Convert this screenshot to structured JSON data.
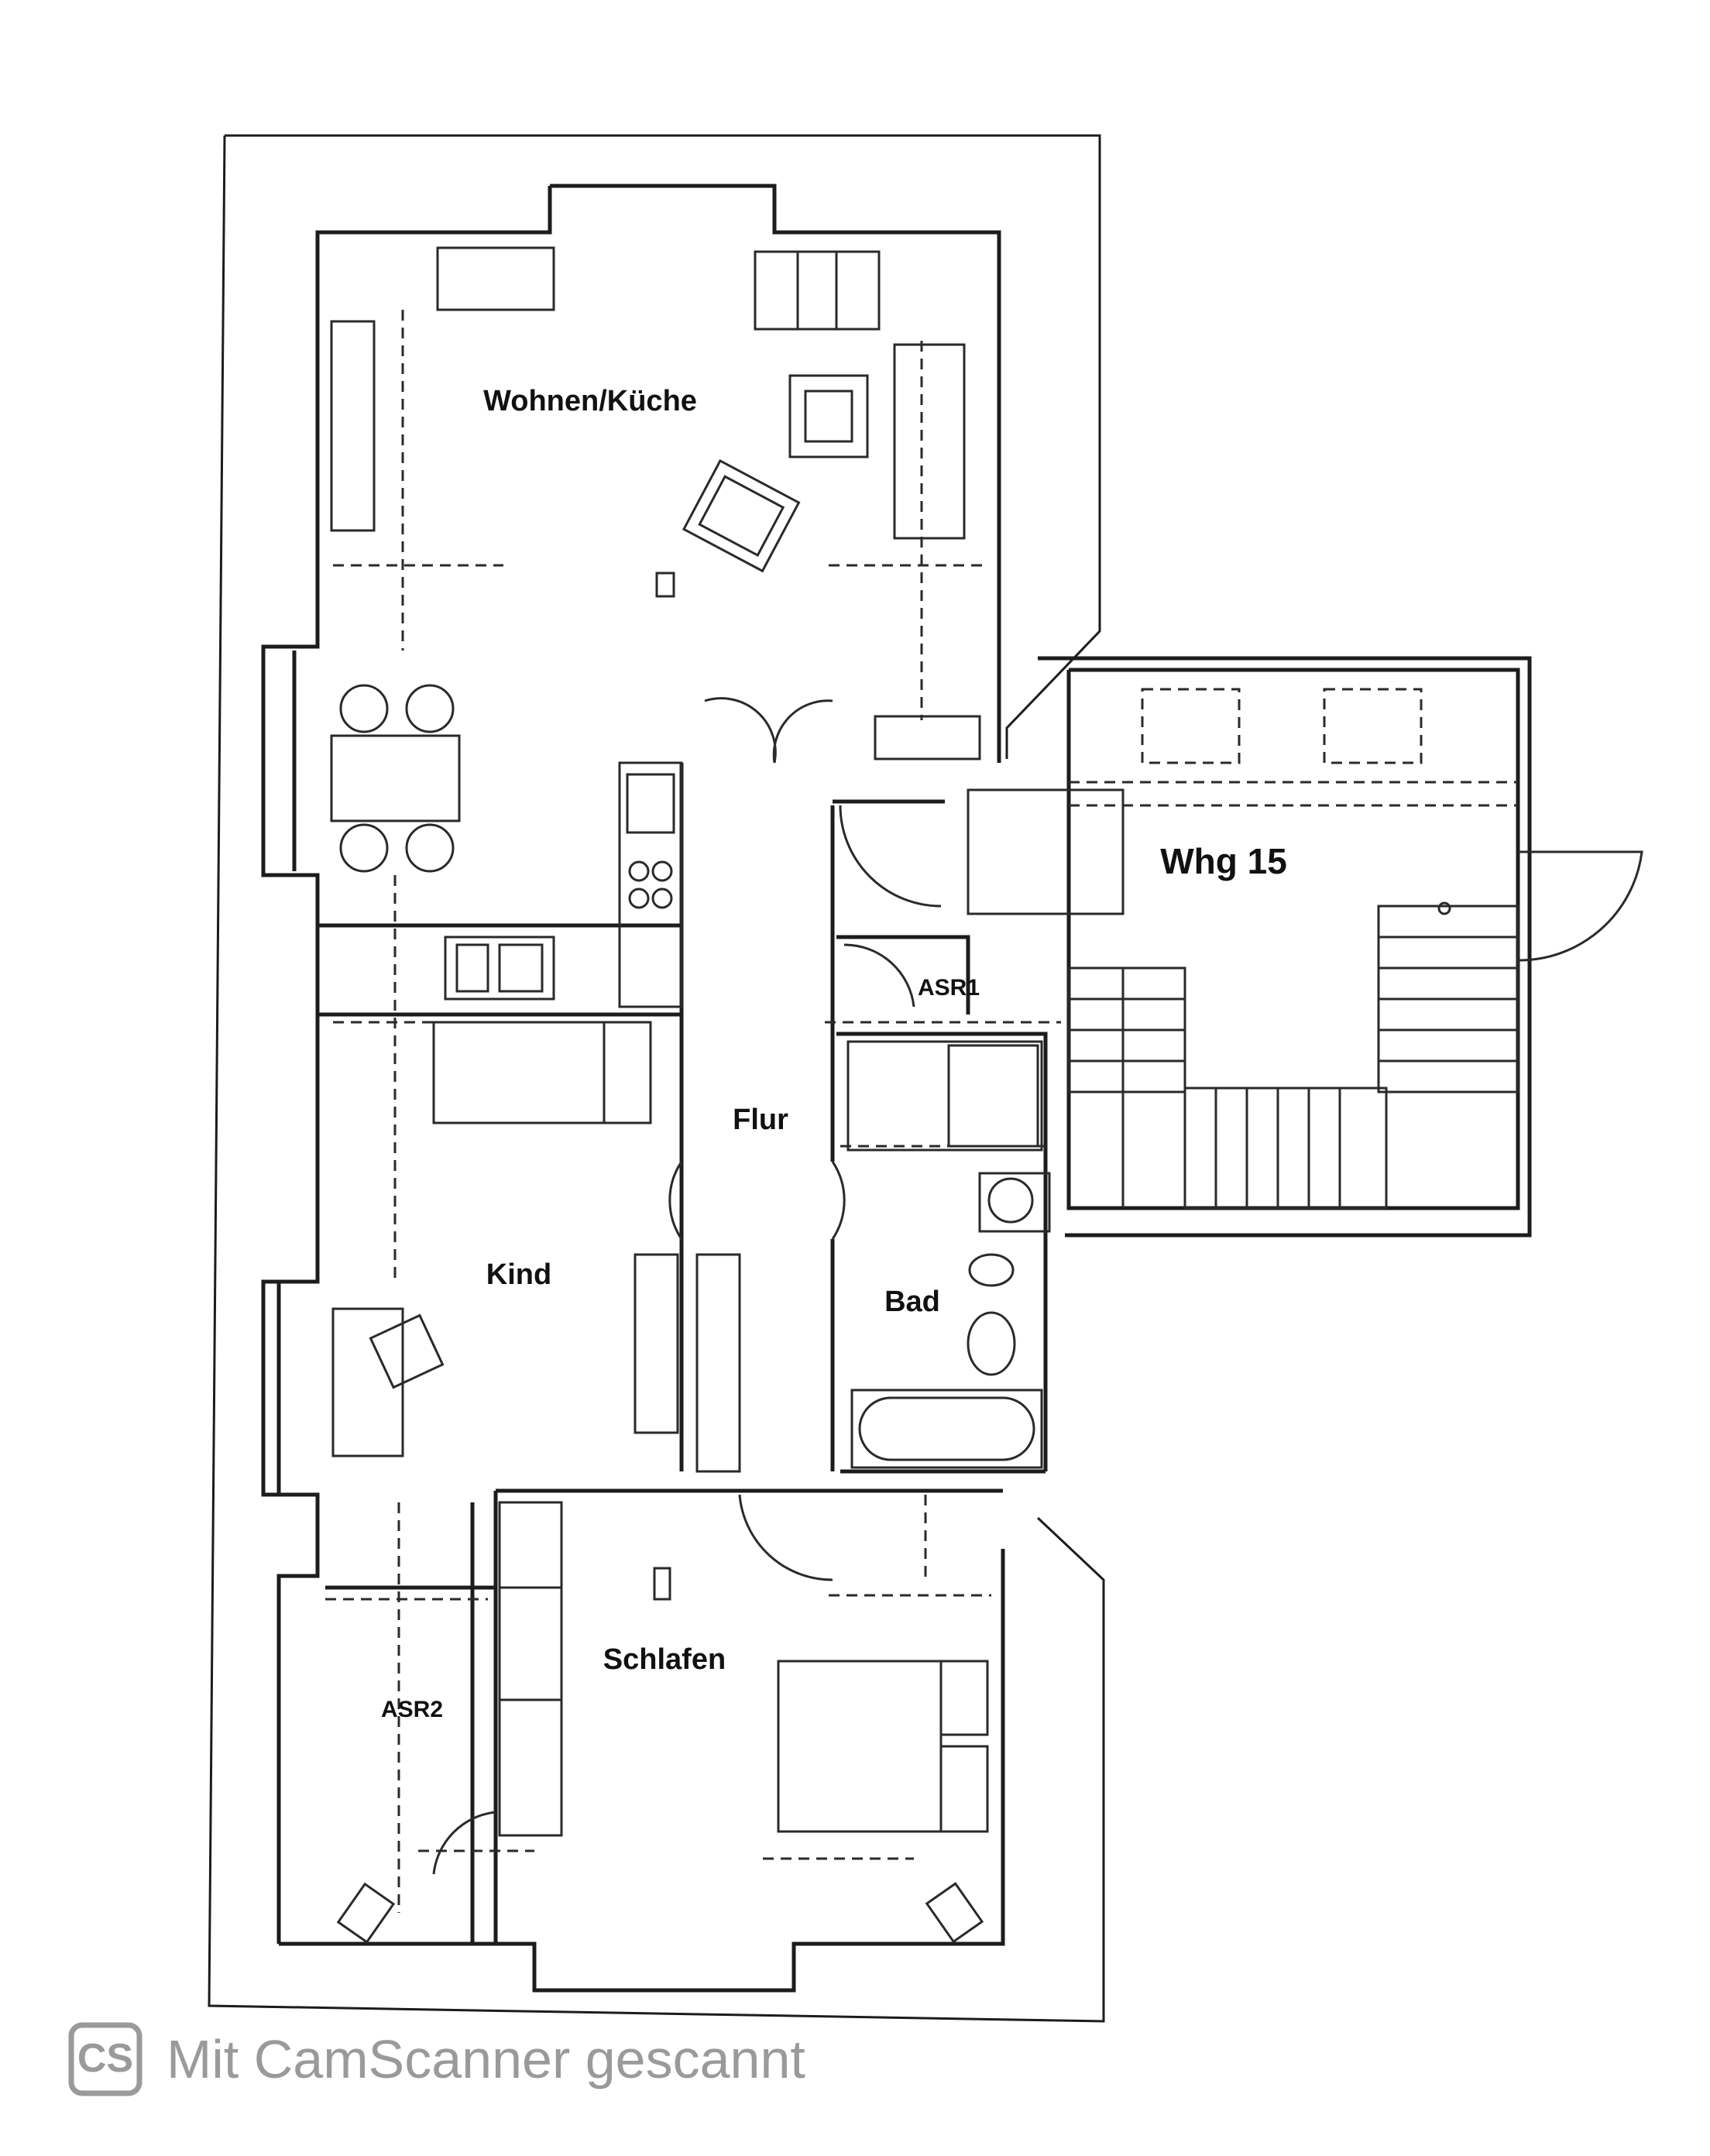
{
  "plan": {
    "rooms": {
      "wohnen_kueche": "Wohnen/Küche",
      "flur": "Flur",
      "kind": "Kind",
      "bad": "Bad",
      "asr1": "ASR1",
      "asr2": "ASR2",
      "schlafen": "Schlafen",
      "whg15": "Whg 15"
    }
  },
  "watermark": {
    "logo": "CS",
    "text": "Mit CamScanner gescannt"
  }
}
